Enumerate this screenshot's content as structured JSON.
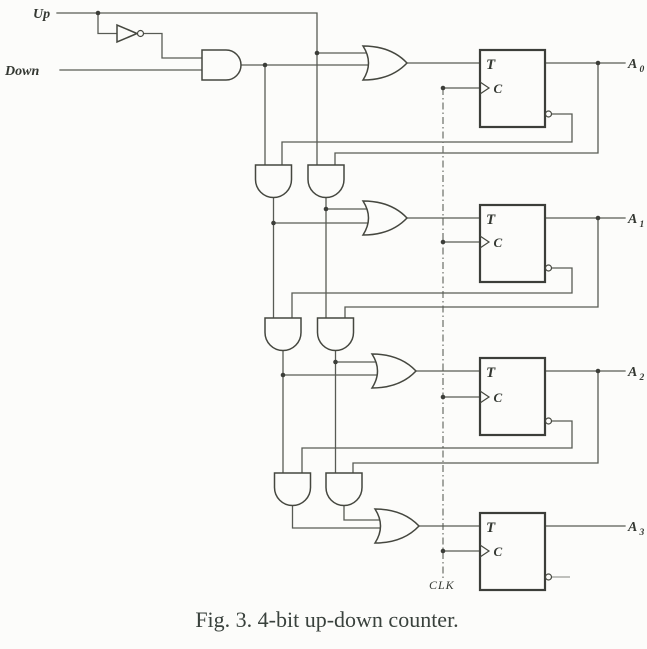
{
  "figure": {
    "caption": "Fig. 3. 4-bit up-down counter.",
    "inputs": {
      "up": "Up",
      "down": "Down"
    },
    "clock_label": "CLK",
    "flipflops": [
      {
        "t": "T",
        "c": "C",
        "out_base": "A",
        "out_sub": "0"
      },
      {
        "t": "T",
        "c": "C",
        "out_base": "A",
        "out_sub": "1"
      },
      {
        "t": "T",
        "c": "C",
        "out_base": "A",
        "out_sub": "2"
      },
      {
        "t": "T",
        "c": "C",
        "out_base": "A",
        "out_sub": "3"
      }
    ],
    "colors": {
      "wire": "#585b55",
      "box_stroke": "#3c3e39",
      "text": "#343832",
      "paper": "#fcfcfa"
    }
  }
}
